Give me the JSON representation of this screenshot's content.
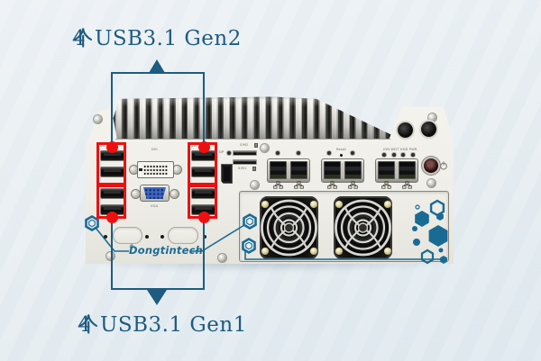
{
  "colors": {
    "accent": "#1e5b80",
    "highlight": "#ee1010",
    "teal": "#1a6b94"
  },
  "annotations": {
    "top": {
      "parts": [
        "4",
        "个",
        "USB3.1 Gen2"
      ]
    },
    "bottom": {
      "parts": [
        "4",
        "个",
        "USB3.1 Gen1"
      ]
    }
  },
  "device": {
    "brand": "Dongtintech",
    "brand_reg": "®",
    "labels": {
      "usb_badge": "SS",
      "dvi": "DVI",
      "vga": "VGA",
      "dp": "DP",
      "sim2": "SIM2",
      "sim1": "SIM1",
      "reset": "Reset",
      "status_leds": "IGN WDT HDD PWR"
    }
  }
}
